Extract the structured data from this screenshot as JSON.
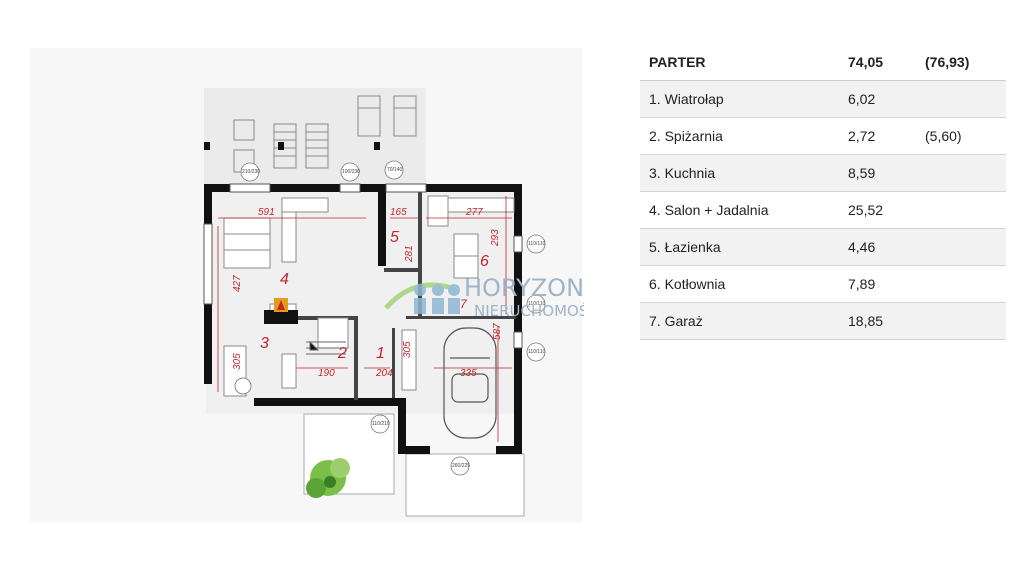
{
  "floor_plan": {
    "room_numbers": [
      "1",
      "2",
      "3",
      "4",
      "5",
      "6",
      "7"
    ],
    "dimensions": [
      "591",
      "165",
      "277",
      "293",
      "281",
      "427",
      "305",
      "190",
      "204",
      "305",
      "335",
      "587"
    ],
    "openings": [
      "210/230",
      "100/230",
      "70/140",
      "110/110",
      "110/110",
      "110/110",
      "110/210",
      "260/225"
    ],
    "watermark": {
      "line1": "HORYZONT",
      "line2": "NIERUCHOMOŚCI"
    }
  },
  "room_table": {
    "header": {
      "name": "PARTER",
      "area": "74,05",
      "alt": "(76,93)"
    },
    "rows": [
      {
        "name": "1. Wiatrołap",
        "area": "6,02",
        "alt": ""
      },
      {
        "name": "2. Spiżarnia",
        "area": "2,72",
        "alt": "(5,60)"
      },
      {
        "name": "3. Kuchnia",
        "area": "8,59",
        "alt": ""
      },
      {
        "name": "4. Salon + Jadalnia",
        "area": "25,52",
        "alt": ""
      },
      {
        "name": "5. Łazienka",
        "area": "4,46",
        "alt": ""
      },
      {
        "name": "6. Kotłownia",
        "area": "7,89",
        "alt": ""
      },
      {
        "name": "7. Garaż",
        "area": "18,85",
        "alt": ""
      }
    ]
  },
  "colors": {
    "wall": "#111111",
    "terrace": "#ececec",
    "label": "#c0272d",
    "zebra": "#f2f2f2"
  }
}
